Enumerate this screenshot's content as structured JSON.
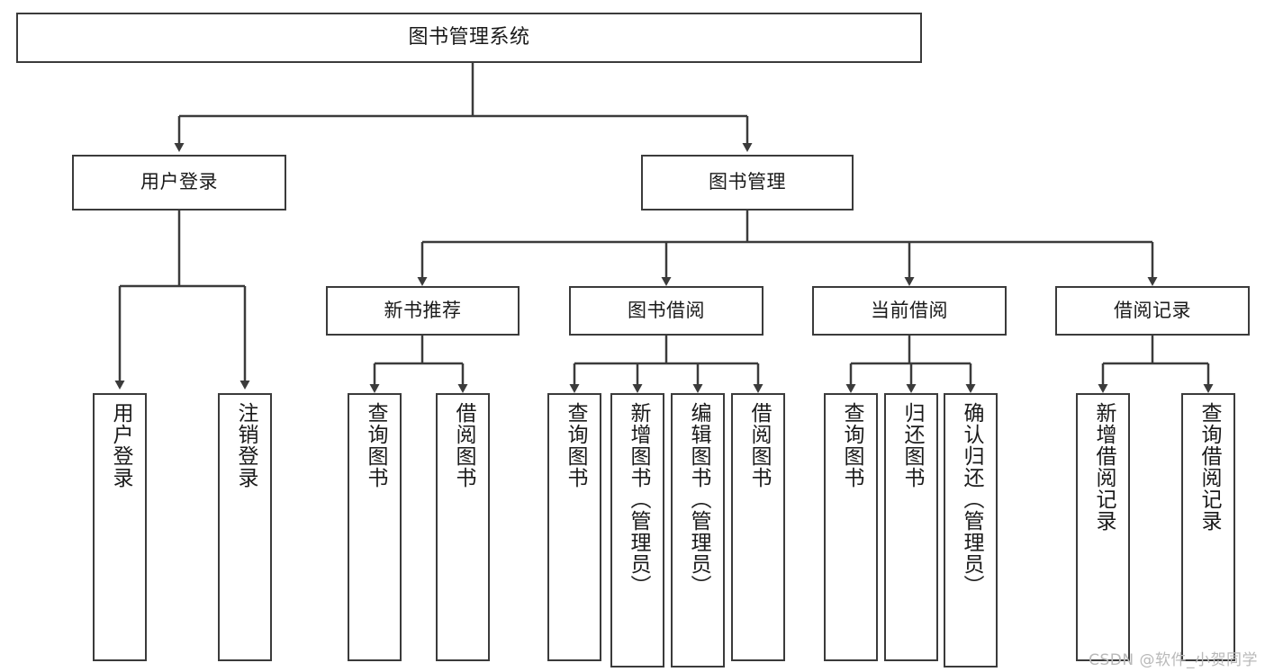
{
  "diagram": {
    "title": "图书管理系统",
    "type": "hierarchy-tree",
    "watermark": "CSDN @软件_小贺同学",
    "colors": {
      "box_border": "#3b3b3b",
      "box_fill": "#ffffff",
      "line": "#3b3b3b",
      "text": "#1a1a1a",
      "watermark": "#b9b9b9"
    }
  },
  "nodes": {
    "root": {
      "label": "图书管理系统"
    },
    "level1": [
      {
        "label": "用户登录"
      },
      {
        "label": "图书管理"
      }
    ],
    "level2": [
      {
        "label": "新书推荐"
      },
      {
        "label": "图书借阅"
      },
      {
        "label": "当前借阅"
      },
      {
        "label": "借阅记录"
      }
    ],
    "leaves_user_login": [
      {
        "label": "用户登录"
      },
      {
        "label": "注销登录"
      }
    ],
    "leaves_new_book": [
      {
        "label": "查询图书"
      },
      {
        "label": "借阅图书"
      }
    ],
    "leaves_borrow": [
      {
        "label": "查询图书"
      },
      {
        "label": "新增图书（管理员）"
      },
      {
        "label": "编辑图书（管理员）"
      },
      {
        "label": "借阅图书"
      }
    ],
    "leaves_current": [
      {
        "label": "查询图书"
      },
      {
        "label": "归还图书"
      },
      {
        "label": "确认归还（管理员）"
      }
    ],
    "leaves_records": [
      {
        "label": "新增借阅记录"
      },
      {
        "label": "查询借阅记录"
      }
    ]
  }
}
